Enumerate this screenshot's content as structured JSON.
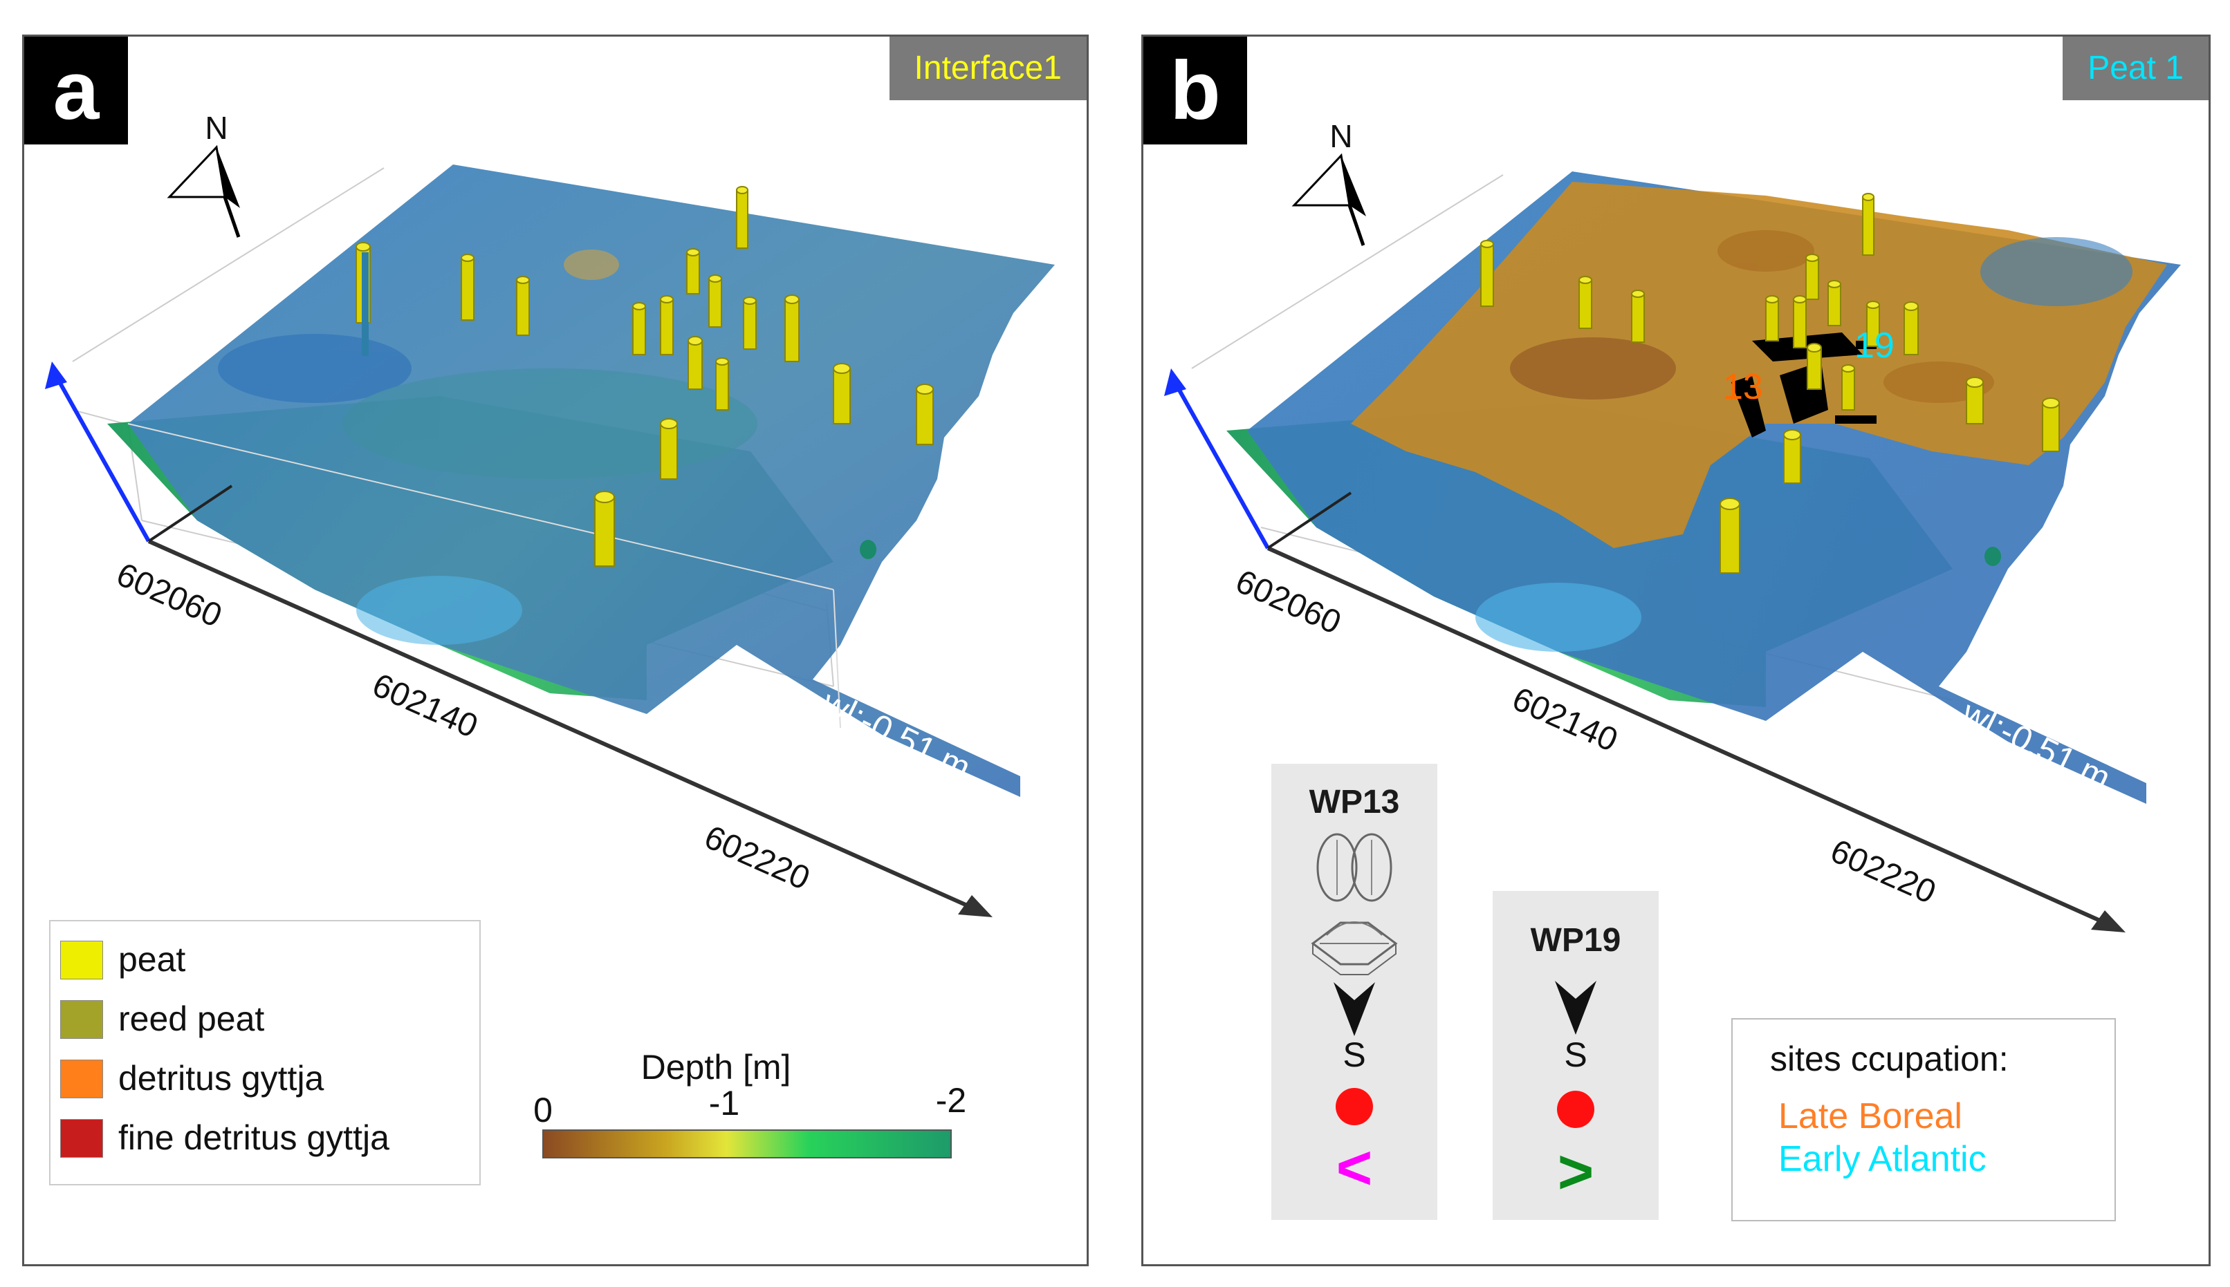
{
  "panel_a": {
    "letter": "a",
    "tag": "Interface1",
    "tag_color": "#ffff1a",
    "north": "N",
    "water_level": "wl:-0.51 m",
    "axis_ticks": [
      "602060",
      "602140",
      "602220"
    ]
  },
  "panel_b": {
    "letter": "b",
    "tag": "Peat 1",
    "tag_color": "#00e5ff",
    "north": "N",
    "water_level": "wl:-0.51 m",
    "axis_ticks": [
      "602060",
      "602140",
      "602220"
    ],
    "site_labels": [
      {
        "text": "13",
        "color": "#ff6a00"
      },
      {
        "text": "19",
        "color": "#00e5ff"
      }
    ]
  },
  "legend": {
    "items": [
      {
        "label": "peat",
        "color": "#eeee00"
      },
      {
        "label": "reed peat",
        "color": "#a3a32a"
      },
      {
        "label": "detritus gyttja",
        "color": "#ff7f1a"
      },
      {
        "label": "fine detritus gyttja",
        "color": "#c81d1d"
      }
    ]
  },
  "depth_scale": {
    "title": "Depth [m]",
    "ticks": [
      "0",
      "-1",
      "-2"
    ],
    "colors": [
      "#8b4a22",
      "#c9a520",
      "#e3e53a",
      "#28d25a",
      "#1e9a6a"
    ]
  },
  "wp13": {
    "title": "WP13",
    "s_label": "S",
    "arrow_symbol": "<",
    "dot_color": "#ff1010",
    "arrow_color": "#ff00ff"
  },
  "wp19": {
    "title": "WP19",
    "s_label": "S",
    "arrow_symbol": ">",
    "dot_color": "#ff1010",
    "arrow_color": "#0a8a1a"
  },
  "sites_occupation": {
    "title": "sites ccupation:",
    "items": [
      {
        "label": "Late Boreal",
        "color": "#ff7f27"
      },
      {
        "label": "Early Atlantic",
        "color": "#00e5ff"
      }
    ]
  }
}
